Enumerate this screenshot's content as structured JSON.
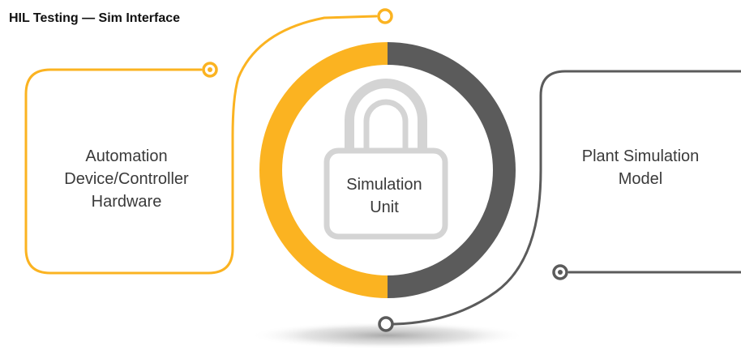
{
  "title": "HIL Testing — Sim Interface",
  "nodes": {
    "controller": {
      "line1": "Automation",
      "line2": "Device/Controller",
      "line3": "Hardware"
    },
    "center": {
      "line1": "Simulation",
      "line2": "Unit",
      "icon": "lock-icon"
    },
    "plant": {
      "line1": "Plant Simulation",
      "line2": "Model"
    }
  },
  "colors": {
    "accent": "#FBB321",
    "dark": "#5B5B5B",
    "lock": "#D4D4D4",
    "text": "#3A3A3A"
  }
}
